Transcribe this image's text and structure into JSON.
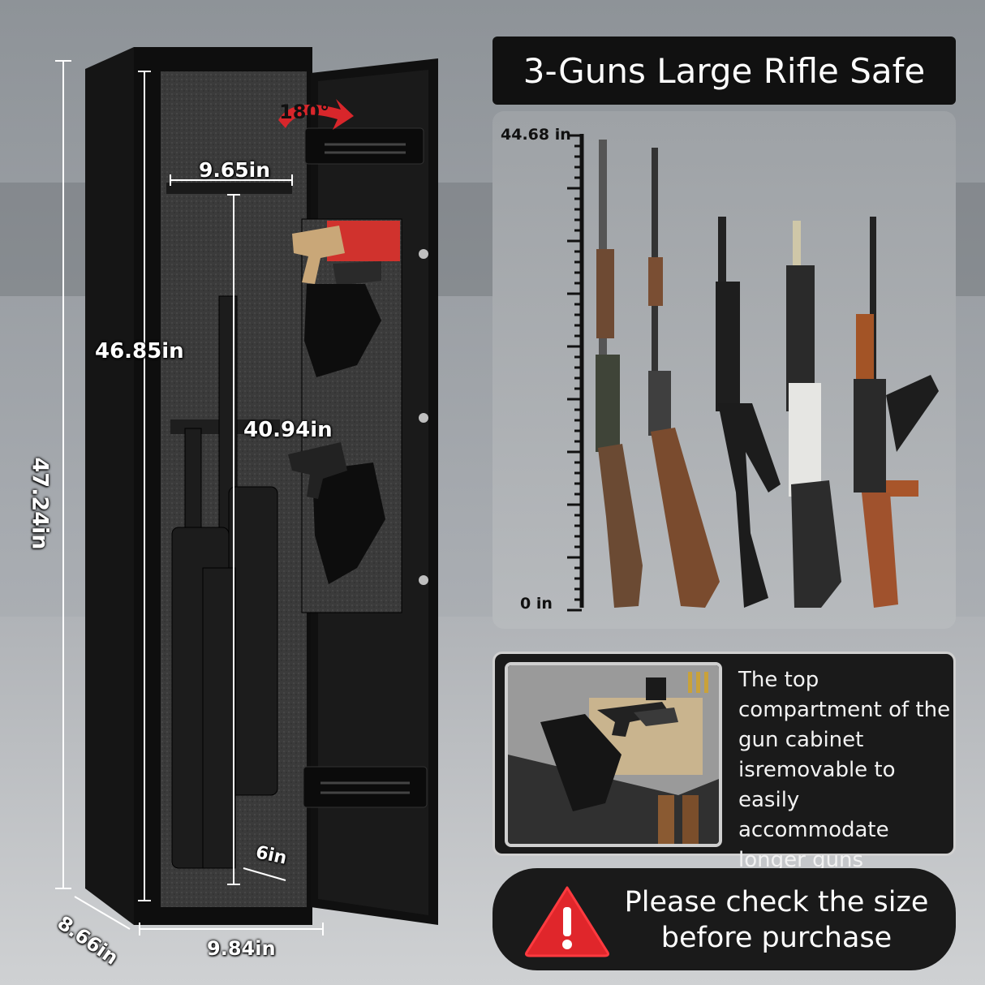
{
  "title": "3-Guns Large Rifle Safe",
  "dimensions": {
    "total_height": "47.24in",
    "interior_height": "46.85in",
    "shelf_height": "40.94in",
    "interior_width": "9.65in",
    "depth": "8.66in",
    "width": "9.84in",
    "barrel_rest": "6in",
    "door_rotation": "180°"
  },
  "scale": {
    "top_label": "44.68 in",
    "bottom_label": "0 in"
  },
  "info": {
    "text": "The top compartment of the gun cabinet isremovable to easily accommodate longer guns"
  },
  "warning": {
    "text": "Please check the size before purchase",
    "icon": "warning-triangle-icon",
    "icon_color": "#e0262b"
  },
  "colors": {
    "safe_body": "#111111",
    "interior_carpet": "#3a3a3a",
    "rotation_arrow": "#d8262b"
  }
}
